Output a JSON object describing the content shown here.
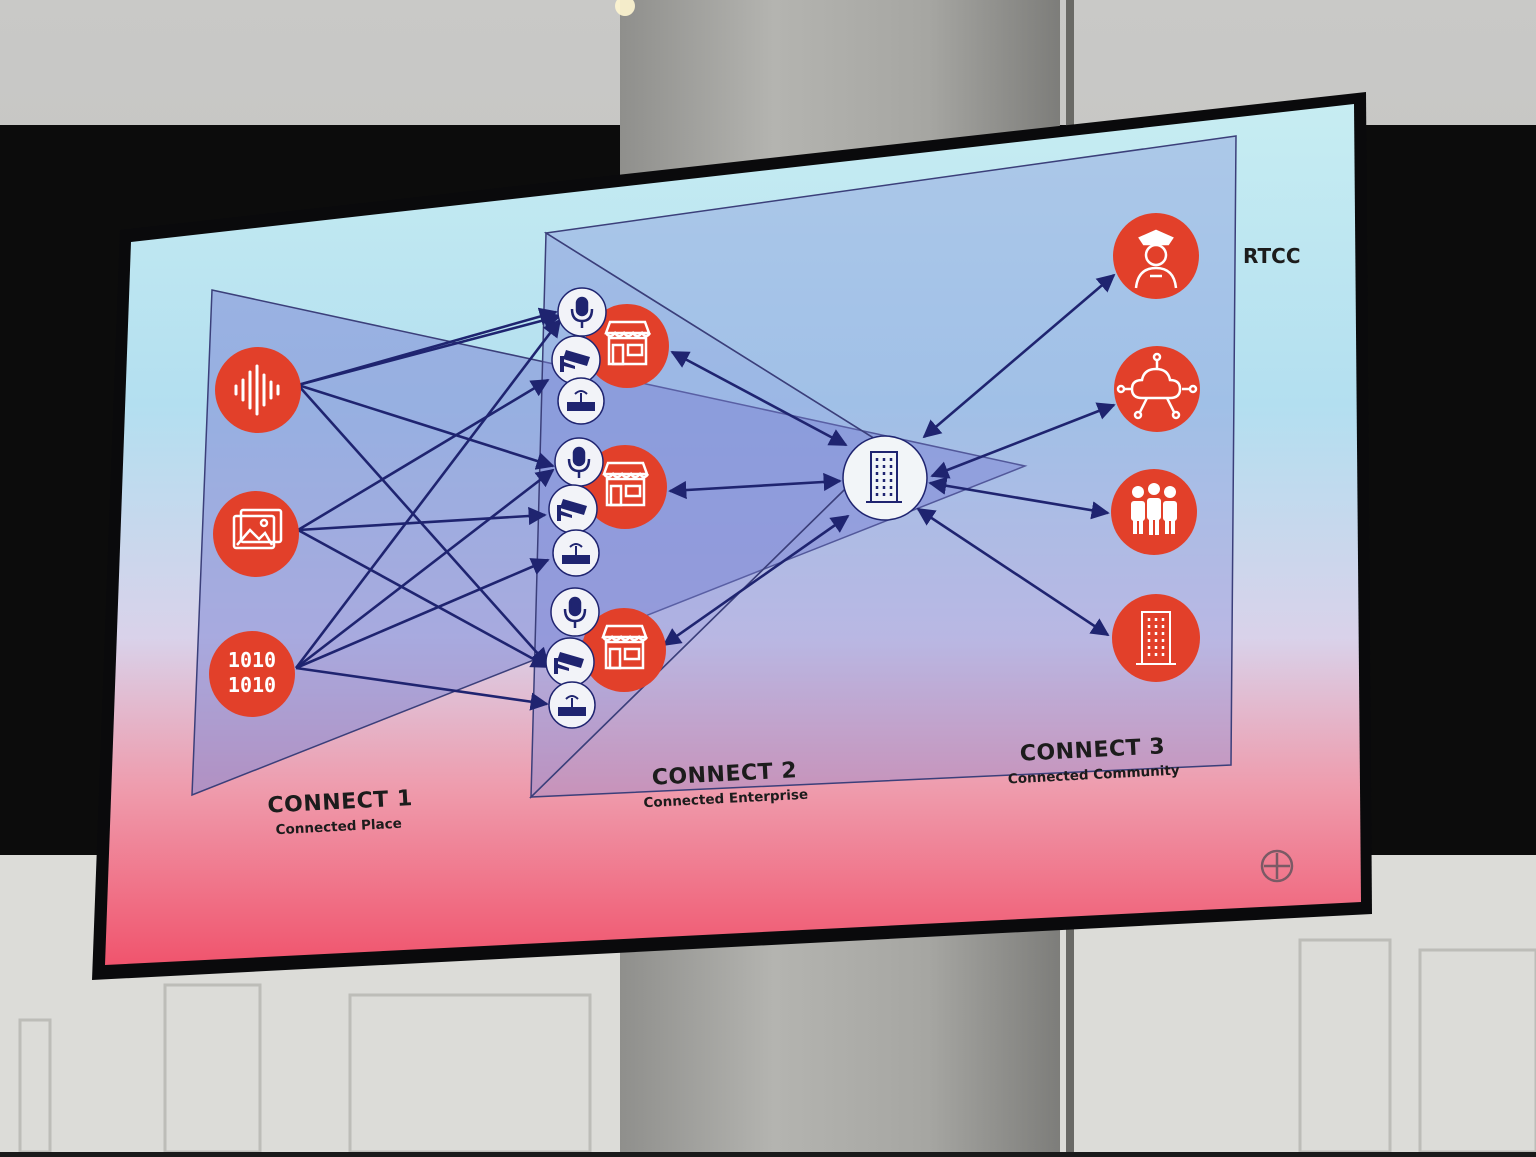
{
  "diagram": {
    "rtcc_label": "RTCC",
    "sections": [
      {
        "title": "CONNECT 1",
        "subtitle": "Connected Place"
      },
      {
        "title": "CONNECT 2",
        "subtitle": "Connected Enterprise"
      },
      {
        "title": "CONNECT 3",
        "subtitle": "Connected Community"
      }
    ],
    "sources": [
      {
        "icon": "audio-waveform-icon"
      },
      {
        "icon": "image-gallery-icon"
      },
      {
        "icon": "binary-data-icon",
        "lines": [
          "1010",
          "1010"
        ]
      }
    ],
    "stores": [
      {
        "icon": "storefront-icon",
        "devices": [
          "microphone-icon",
          "security-camera-icon",
          "wireless-router-icon"
        ]
      },
      {
        "icon": "storefront-icon",
        "devices": [
          "microphone-icon",
          "security-camera-icon",
          "wireless-router-icon"
        ]
      },
      {
        "icon": "storefront-icon",
        "devices": [
          "microphone-icon",
          "security-camera-icon",
          "wireless-router-icon"
        ]
      }
    ],
    "hub": {
      "icon": "office-building-icon"
    },
    "community": [
      {
        "icon": "police-officer-icon"
      },
      {
        "icon": "cloud-network-icon"
      },
      {
        "icon": "people-group-icon"
      },
      {
        "icon": "office-building-icon"
      }
    ]
  },
  "colors": {
    "accent_red": "#e2402a",
    "arrow_navy": "#1f2470",
    "triangle_blue": "#7f88d6"
  }
}
